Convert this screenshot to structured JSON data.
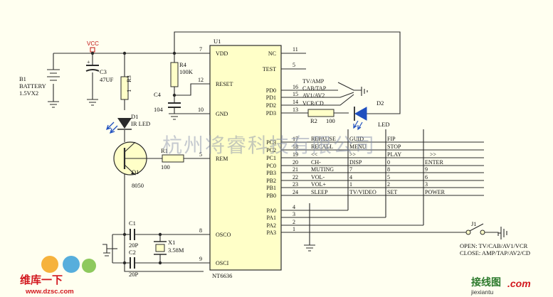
{
  "chip": {
    "ref": "U1",
    "name": "NT6636",
    "left_pins": [
      {
        "num": "7",
        "name": "VDD"
      },
      {
        "num": "12",
        "name": "RESET"
      },
      {
        "num": "10",
        "name": "GND"
      },
      {
        "num": "5",
        "name": "REM"
      },
      {
        "num": "8",
        "name": "OSCO"
      },
      {
        "num": "9",
        "name": "OSCI"
      }
    ],
    "right_pins": [
      {
        "num": "11",
        "name": "NC"
      },
      {
        "num": "5",
        "name": "TEST"
      },
      {
        "num": "16",
        "name": "PD0"
      },
      {
        "num": "15",
        "name": "PD1"
      },
      {
        "num": "14",
        "name": "PD2"
      },
      {
        "num": "13",
        "name": "PD3"
      },
      {
        "num": "17",
        "name": "PC3"
      },
      {
        "num": "18",
        "name": "PC2"
      },
      {
        "num": "19",
        "name": "PC1"
      },
      {
        "num": "20",
        "name": "PC0"
      },
      {
        "num": "21",
        "name": "PB3"
      },
      {
        "num": "22",
        "name": "PB2"
      },
      {
        "num": "23",
        "name": "PB1"
      },
      {
        "num": "24",
        "name": "PB0"
      },
      {
        "num": "4",
        "name": "PA0"
      },
      {
        "num": "3",
        "name": "PA1"
      },
      {
        "num": "2",
        "name": "PA2"
      },
      {
        "num": "1",
        "name": "PA3"
      }
    ]
  },
  "pd_labels": [
    "TV/AMP",
    "CAB/TAP",
    "AV1/AV2",
    "VCR/CD"
  ],
  "key_matrix": [
    [
      "REPAUSE",
      "GUID",
      "FIP",
      ""
    ],
    [
      "RECALL",
      "MENU",
      "STOP",
      ""
    ],
    [
      "<<",
      ">>",
      "PLAY",
      ">>"
    ],
    [
      "CH-",
      "DISP",
      "0",
      "ENTER"
    ],
    [
      "MUTING",
      "7",
      "8",
      "9"
    ],
    [
      "VOL-",
      "4",
      "5",
      "6"
    ],
    [
      "VOL+",
      "1",
      "2",
      "3"
    ],
    [
      "SLEEP",
      "TV/VIDEO",
      "SET",
      "POWER"
    ]
  ],
  "components": {
    "vcc": "VCC",
    "b1_ref": "B1",
    "b1_name": "BATTERY",
    "b1_value": "1.5VX2",
    "c3_ref": "C3",
    "c3_value": "47UF",
    "r3_ref": "R3",
    "r3_value": "1",
    "r4_ref": "R4",
    "r4_value": "100K",
    "c4_ref": "C4",
    "c4_value": "104",
    "d1_ref": "D1",
    "d1_value": "IR LED",
    "q1_ref": "Q1",
    "q1_value": "8050",
    "r1_ref": "R1",
    "r1_value": "100",
    "r2_ref": "R2",
    "r2_value": "100",
    "d2_ref": "D2",
    "d2_value": "LED",
    "c1_ref": "C1",
    "c1_value": "20P",
    "c2_ref": "C2",
    "c2_value": "20P",
    "x1_ref": "X1",
    "x1_value": "3.58M",
    "j1_ref": "J1"
  },
  "j1_notes": {
    "open": "OPEN: TV/CAB/AV1/VCR",
    "close": "CLOSE: AMP/TAP/AV2/CD"
  },
  "watermark": "杭州将睿科技有限公司",
  "logo_left": {
    "main": "维库一下",
    "url": "www.dzsc.com"
  },
  "logo_right": {
    "main": "接线图",
    "sub": "jiexiantu",
    "com": ".com"
  },
  "colors": {
    "background": "#fffff0",
    "chip_fill": "#ffffc8",
    "wire": "#2b2b2b",
    "vcc_label": "#c01010",
    "led_arrow": "#1f4fbf",
    "watermark": "#7f8aa8"
  }
}
